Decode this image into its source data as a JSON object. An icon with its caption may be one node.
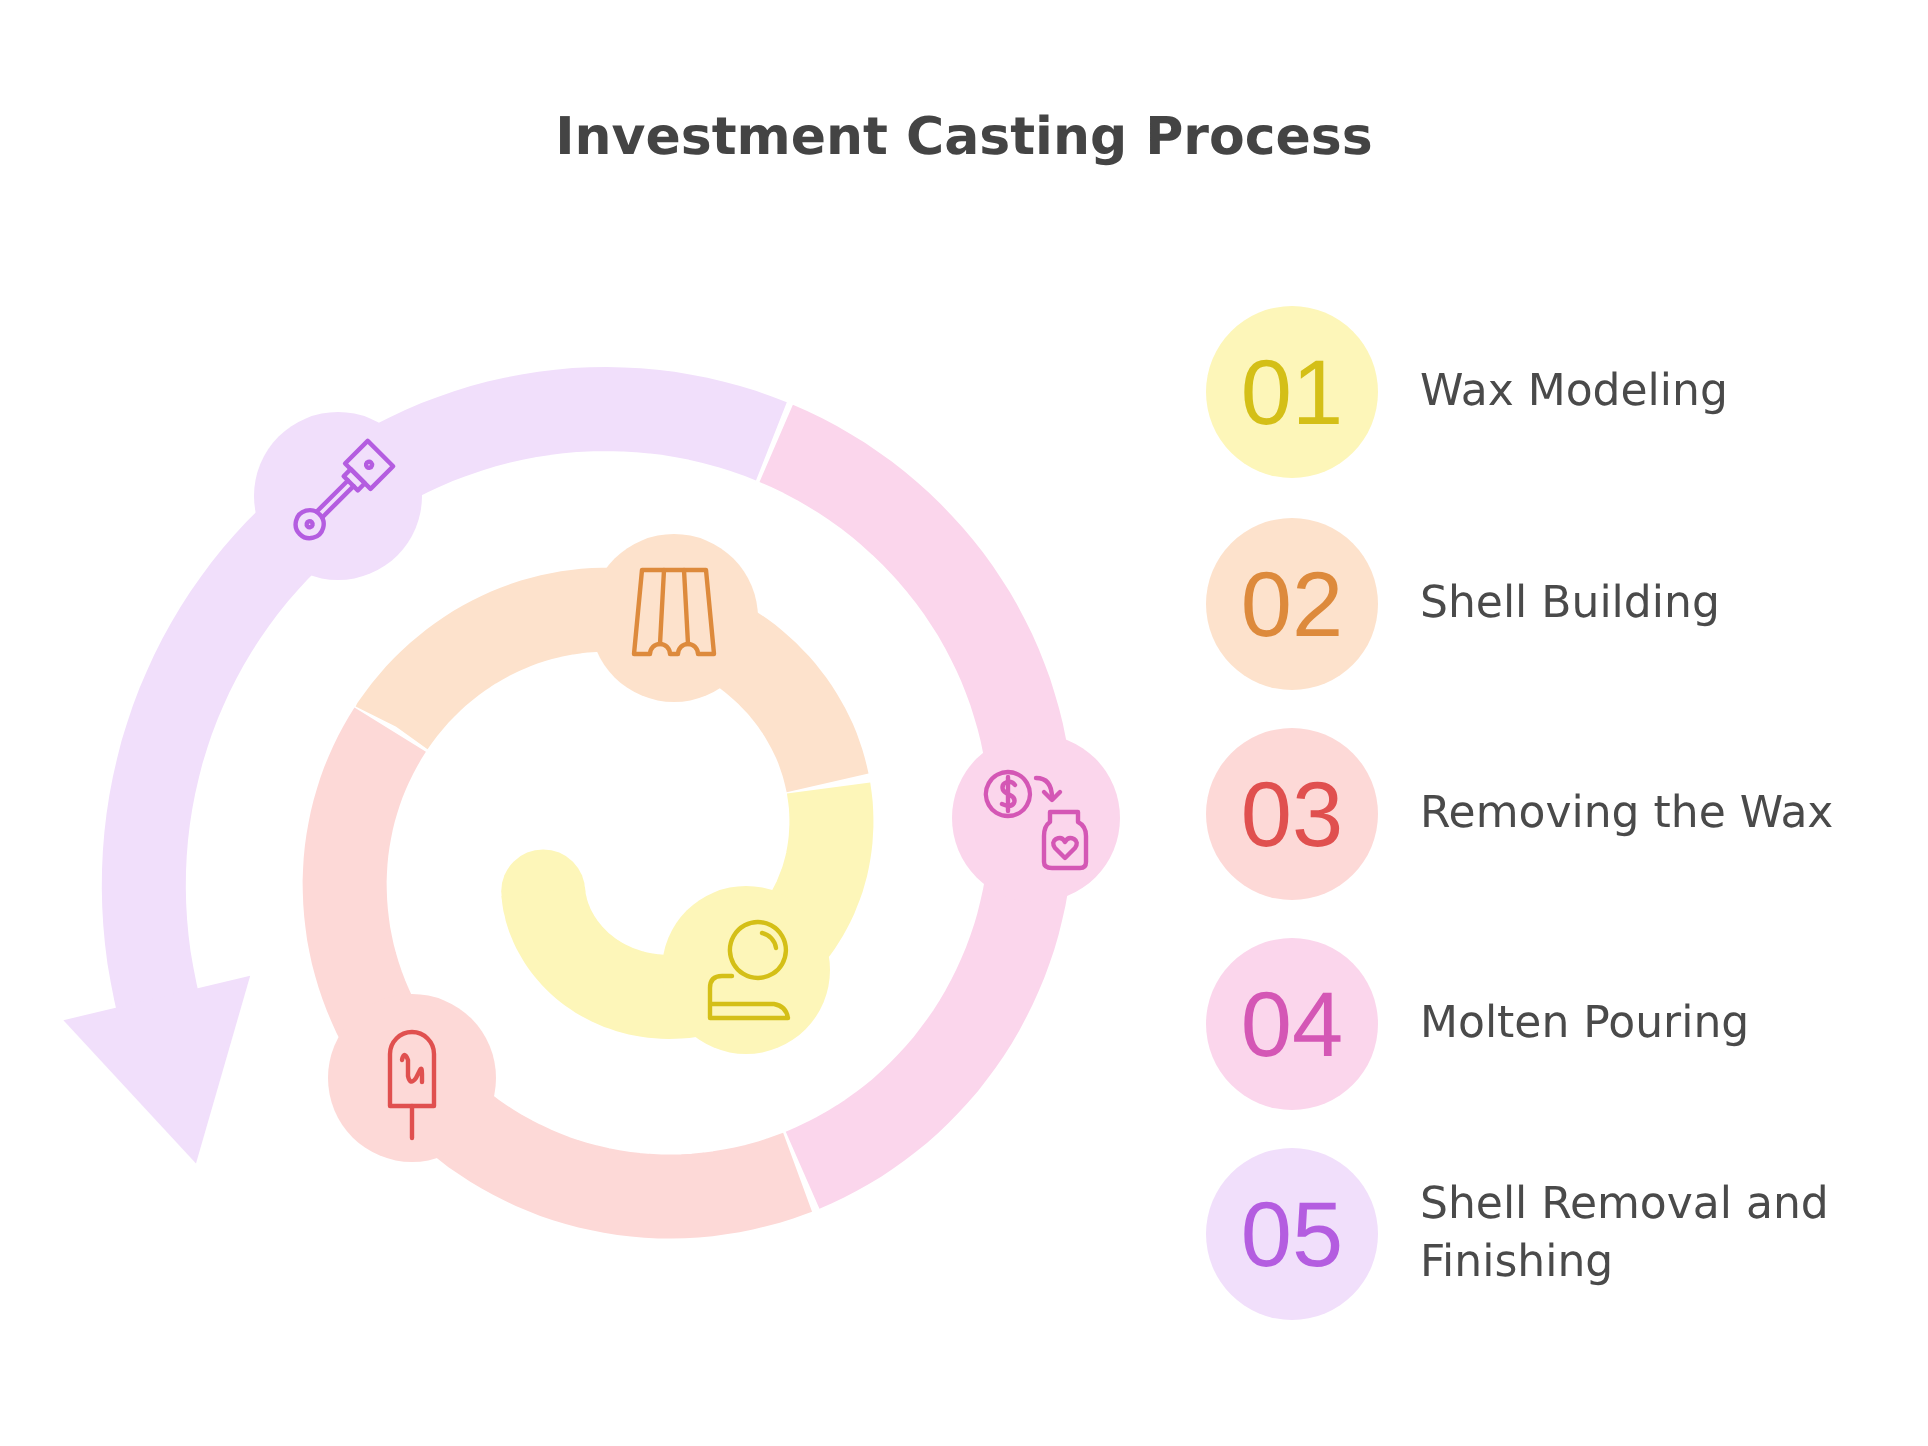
{
  "diagram": {
    "title": "Investment Casting Process",
    "nodes": [
      {
        "text": [
          "01"
        ],
        "beside": [
          "Wax Modeling"
        ]
      },
      {
        "text": [
          "02"
        ],
        "beside": [
          "Shell Building"
        ]
      },
      {
        "text": [
          "03"
        ],
        "beside": [
          "Removing the Wax"
        ]
      },
      {
        "text": [
          "04"
        ],
        "beside": [
          "Molten Pouring"
        ]
      },
      {
        "text": [
          "05"
        ],
        "beside": [
          "Shell Removal and Finishing"
        ]
      }
    ]
  }
}
